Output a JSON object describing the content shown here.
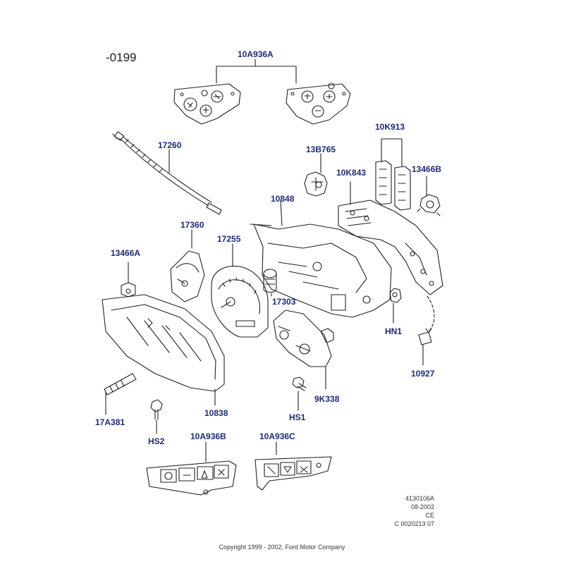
{
  "page_code": "-0199",
  "parts": [
    {
      "id": "p-10A936A",
      "label": "10A936A"
    },
    {
      "id": "p-17260",
      "label": "17260"
    },
    {
      "id": "p-13B765",
      "label": "13B765"
    },
    {
      "id": "p-10K913",
      "label": "10K913"
    },
    {
      "id": "p-10K843",
      "label": "10K843"
    },
    {
      "id": "p-13466B",
      "label": "13466B"
    },
    {
      "id": "p-10848",
      "label": "10848"
    },
    {
      "id": "p-17360",
      "label": "17360"
    },
    {
      "id": "p-17255",
      "label": "17255"
    },
    {
      "id": "p-13466A",
      "label": "13466A"
    },
    {
      "id": "p-17303",
      "label": "17303"
    },
    {
      "id": "p-HN1",
      "label": "HN1"
    },
    {
      "id": "p-10927",
      "label": "10927"
    },
    {
      "id": "p-9K338",
      "label": "9K338"
    },
    {
      "id": "p-HS1",
      "label": "HS1"
    },
    {
      "id": "p-10838",
      "label": "10838"
    },
    {
      "id": "p-17A381",
      "label": "17A381"
    },
    {
      "id": "p-HS2",
      "label": "HS2"
    },
    {
      "id": "p-10A936B",
      "label": "10A936B"
    },
    {
      "id": "p-10A936C",
      "label": "10A936C"
    }
  ],
  "reference": {
    "line1": "4130106A",
    "line2": "08-2002",
    "line3": "CE",
    "line4": "C 0020213 07"
  },
  "copyright": "Copyright 1999 - 2002, Ford Motor Company"
}
